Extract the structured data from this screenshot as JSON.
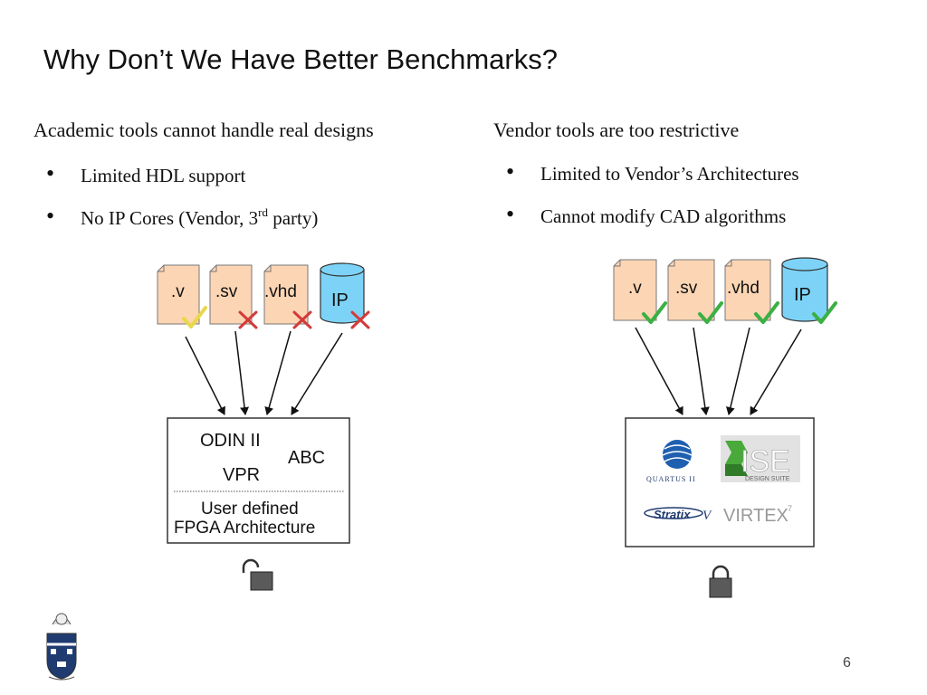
{
  "slide": {
    "title": "Why Don’t We Have Better Benchmarks?",
    "page_number": "6"
  },
  "left": {
    "heading": "Academic tools cannot handle real designs",
    "bullets": [
      {
        "text": "Limited HDL support"
      },
      {
        "text_pre": "No IP Cores (Vendor, 3",
        "sup": "rd",
        "text_post": " party)"
      }
    ],
    "files": [
      ".v",
      ".sv",
      ".vhd"
    ],
    "ip_label": "IP",
    "file_status": [
      "partial",
      "fail",
      "fail",
      "fail"
    ],
    "tool_box": {
      "line1": "ODIN II",
      "line2": "ABC",
      "line3": "VPR",
      "arch_line1": "User defined",
      "arch_line2": "FPGA Architecture"
    },
    "lock": "unlocked"
  },
  "right": {
    "heading": "Vendor tools are too restrictive",
    "bullets": [
      {
        "text": "Limited to Vendor’s Architectures"
      },
      {
        "text": "Cannot modify CAD algorithms"
      }
    ],
    "files": [
      ".v",
      ".sv",
      ".vhd"
    ],
    "ip_label": "IP",
    "file_status": [
      "pass",
      "pass",
      "pass",
      "pass"
    ],
    "logos": {
      "quartus": "QUARTUS II",
      "ise_big": "ISE",
      "ise_small": "DESIGN SUITE",
      "stratix": "Stratix",
      "stratix_suffix": "V",
      "virtex": "VIRTEX",
      "virtex_sup": "7"
    },
    "lock": "locked"
  },
  "colors": {
    "file_fill": "#fcd5b4",
    "ip_fill": "#7dd3f7",
    "check_yellow": "#e8d84a",
    "check_green": "#3cb043",
    "cross_red": "#d33b3b",
    "lock_body": "#5a5a5a"
  }
}
